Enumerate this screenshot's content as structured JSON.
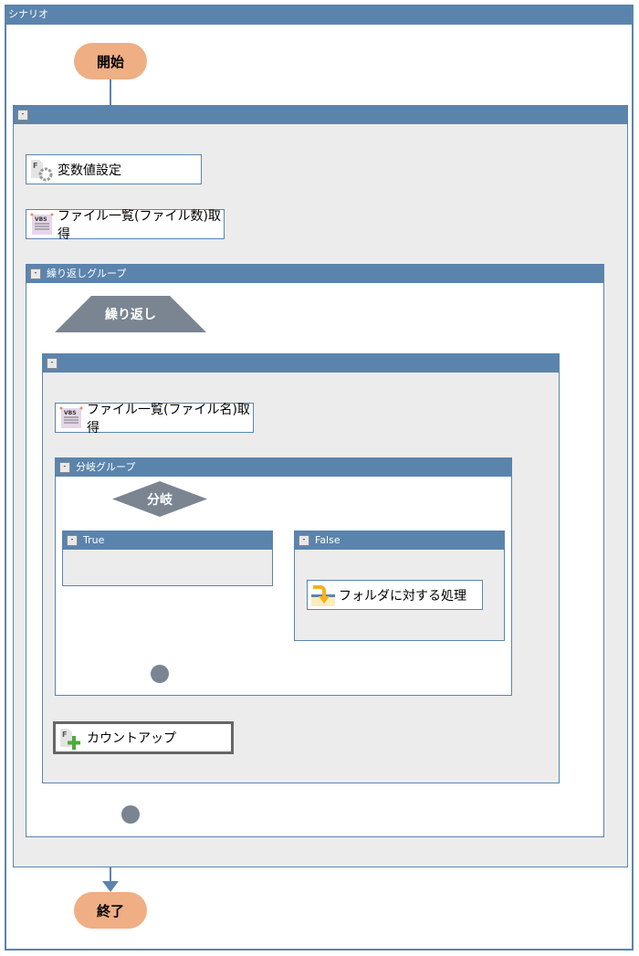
{
  "scenario": {
    "title": "シナリオ"
  },
  "start": {
    "label": "開始"
  },
  "end": {
    "label": "終了"
  },
  "groups": {
    "main": {
      "collapse": "-"
    },
    "loop_group": {
      "collapse": "-",
      "title": "繰り返しグループ"
    },
    "inner": {
      "collapse": "-"
    },
    "branch_group": {
      "collapse": "-",
      "title": "分岐グループ"
    },
    "true_branch": {
      "collapse": "-",
      "title": "True"
    },
    "false_branch": {
      "collapse": "-",
      "title": "False"
    }
  },
  "loop": {
    "label": "繰り返し"
  },
  "branch": {
    "label": "分岐"
  },
  "actions": {
    "set_var": {
      "label": "変数値設定",
      "icon": "function-gear-icon"
    },
    "file_count": {
      "label": "ファイル一覧(ファイル数)取得",
      "icon": "vbs-script-icon"
    },
    "file_name": {
      "label": "ファイル一覧(ファイル名)取得",
      "icon": "vbs-script-icon"
    },
    "folder_proc": {
      "label": "フォルダに対する処理",
      "icon": "folder-arrow-icon"
    },
    "count_up": {
      "label": "カウントアップ",
      "icon": "function-plus-icon"
    }
  },
  "colors": {
    "accent": "#5b84ad",
    "node": "#7a8591",
    "terminal": "#efae83",
    "group_bg": "#ececec"
  }
}
